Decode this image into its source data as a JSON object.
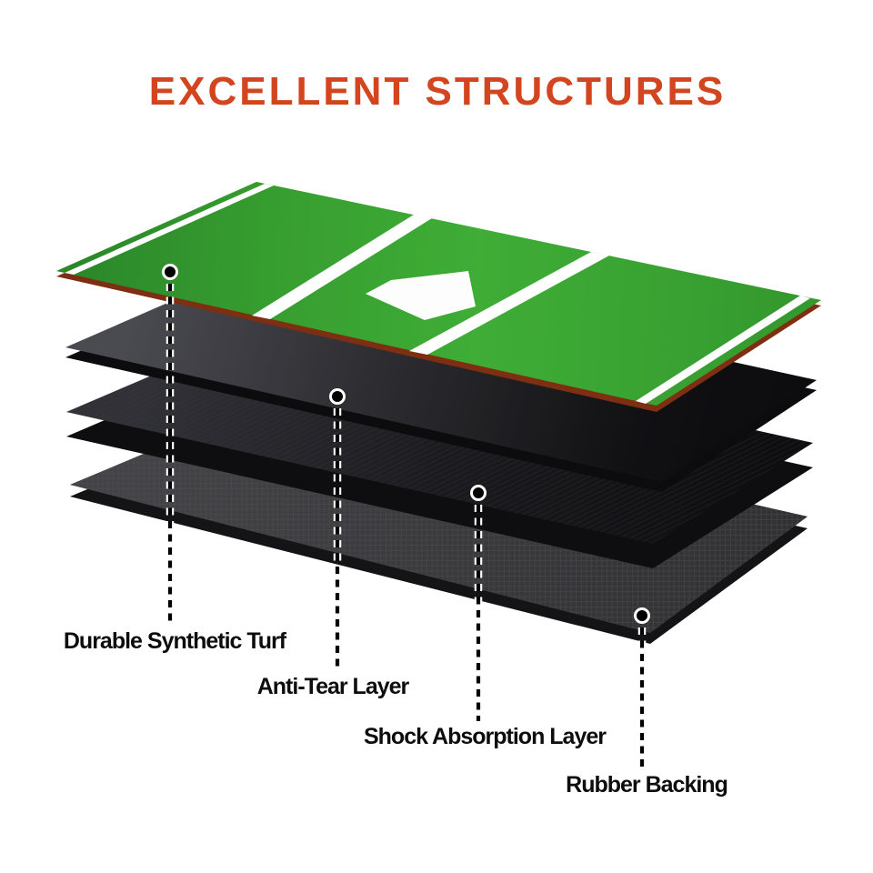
{
  "title": {
    "text": "EXCELLENT STRUCTURES"
  },
  "colors": {
    "title": "#D2451E",
    "label_text": "#0D0D0D",
    "stripe_white": "#FFFFFF",
    "home_plate_white": "#FDFDFD",
    "turf_base_edge": "#7E2F12",
    "anti_tear_face": "#0C0C0E",
    "shock_face_left": "#0E0E11",
    "rubber_face": "#141417",
    "callout_dot": "#000000",
    "callout_ring": "#FFFFFF"
  },
  "layers": [
    {
      "name": "turf",
      "label": "Durable Synthetic Turf"
    },
    {
      "name": "anti-tear",
      "label": "Anti-Tear Layer"
    },
    {
      "name": "shock-absorption",
      "label": "Shock Absorption Layer"
    },
    {
      "name": "rubber-backing",
      "label": "Rubber Backing"
    }
  ]
}
